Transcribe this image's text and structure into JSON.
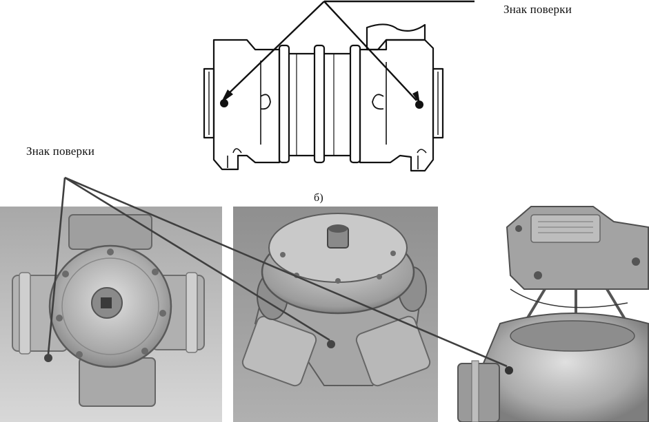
{
  "labels": {
    "mark_top": "Знак поверки",
    "mark_left": "Знак поверки",
    "caption_b": "б)"
  },
  "colors": {
    "line_art": "#111111",
    "leader_line": "#4a4a4a",
    "photo_bg_left": "#bdbdbd",
    "photo_bg_mid": "#9a9a9a",
    "metal": "#c8c8c8"
  },
  "icons": {
    "verification_mark": "filled-dot"
  }
}
